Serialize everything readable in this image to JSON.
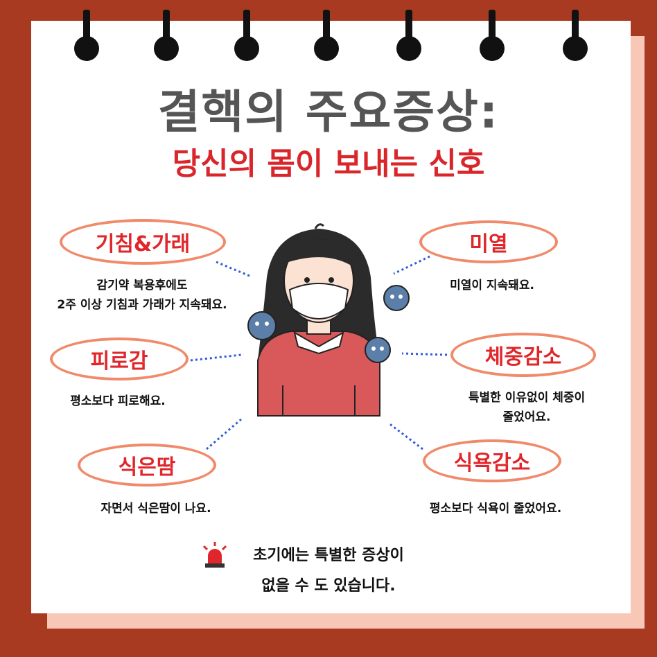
{
  "title": "결핵의 주요증상:",
  "subtitle": "당신의 몸이 보내는 신호",
  "symptoms": [
    {
      "label": "기침&가래",
      "desc_line1": "감기약 복용후에도",
      "desc_line2": "2주 이상 기침과 가래가 지속돼요."
    },
    {
      "label": "피로감",
      "desc_line1": "평소보다 피로해요."
    },
    {
      "label": "식은땀",
      "desc_line1": "자면서 식은땀이 나요."
    },
    {
      "label": "미열",
      "desc_line1": "미열이 지속돼요."
    },
    {
      "label": "체중감소",
      "desc_line1": "특별한 이유없이 체중이",
      "desc_line2": "줄었어요."
    },
    {
      "label": "식욕감소",
      "desc_line1": "평소보다 식욕이 줄었어요."
    }
  ],
  "note": {
    "line1": "초기에는 특별한 증상이",
    "line2": "없을 수 도 있습니다.",
    "icon": "siren-icon"
  },
  "colors": {
    "background": "#a83a22",
    "accent_red": "#d8262b",
    "oval_border": "#f08a6a",
    "arrow": "#2e5bd8"
  }
}
